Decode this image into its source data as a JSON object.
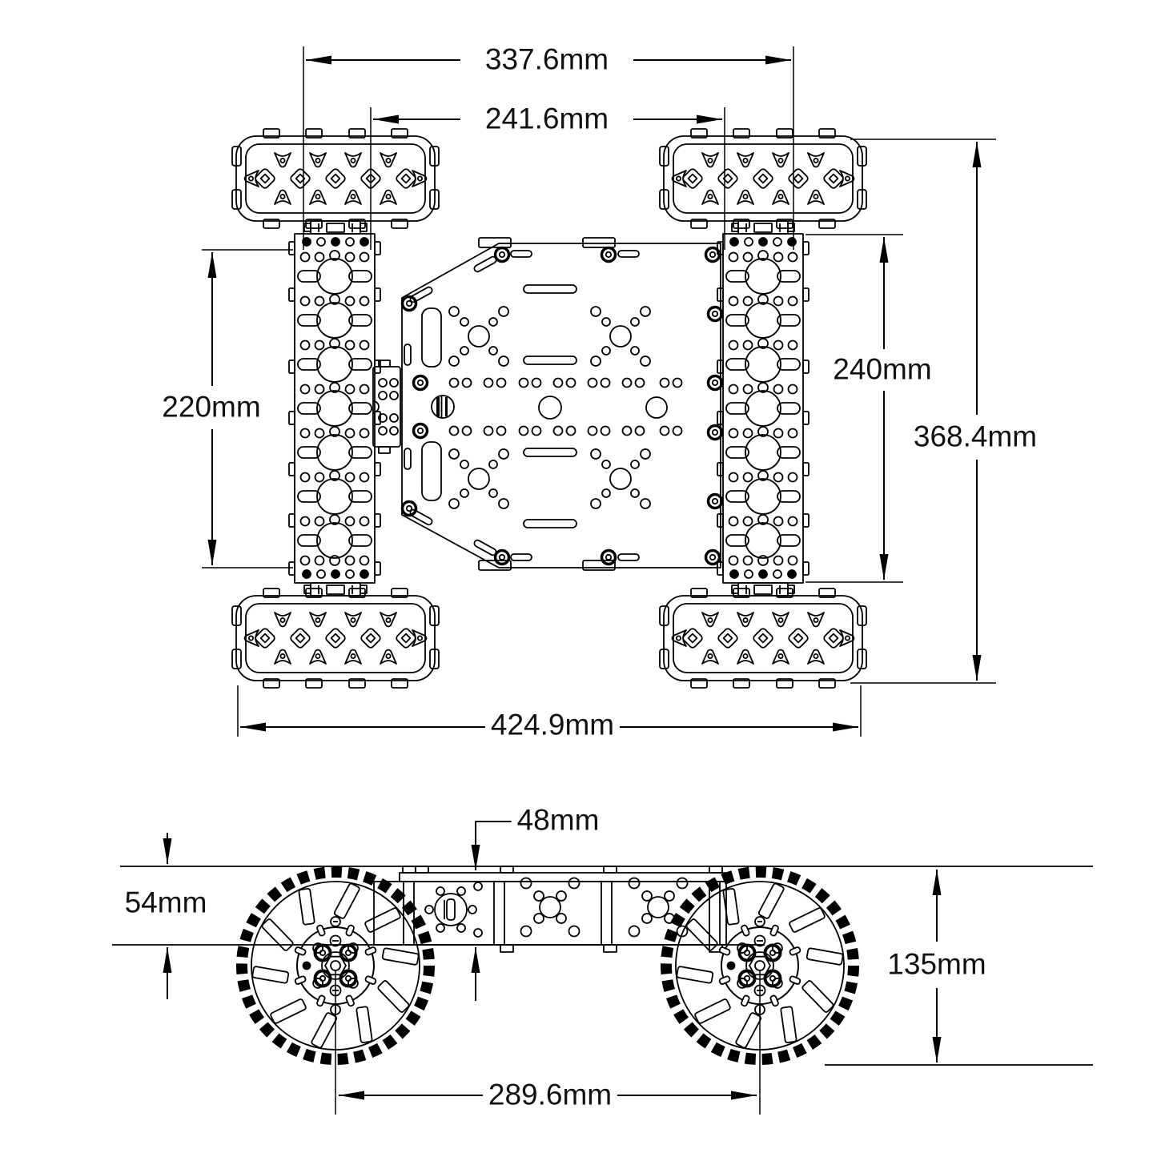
{
  "drawing": {
    "background": "#ffffff",
    "line_color": "#000000",
    "subject": "4WD off-road robot chassis dimension drawing"
  },
  "top_view": {
    "dims": {
      "outer_track": "337.6mm",
      "inner_track": "241.6mm",
      "rail_span": "220mm",
      "rail_length": "240mm",
      "overall_length": "368.4mm",
      "overall_width": "424.9mm"
    }
  },
  "side_view": {
    "dims": {
      "rail_height": "48mm",
      "body_height": "54mm",
      "wheel_diameter": "135mm",
      "wheelbase": "289.6mm"
    }
  }
}
